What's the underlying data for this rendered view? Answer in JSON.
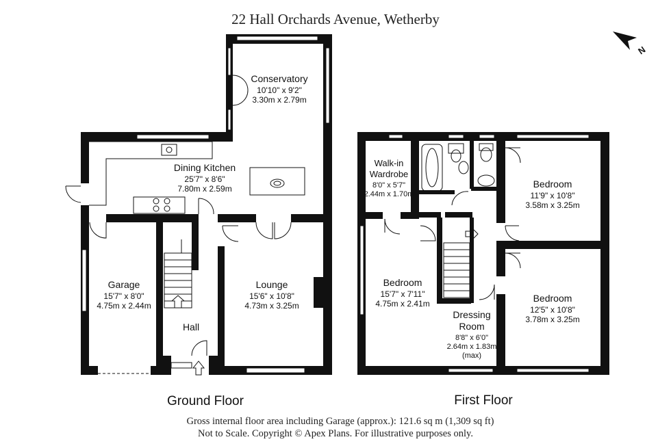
{
  "title": "22 Hall Orchards Avenue, Wetherby",
  "compass_letter": "N",
  "ground_floor": {
    "label": "Ground Floor",
    "rooms": [
      {
        "id": "conservatory",
        "name": "Conservatory",
        "imperial": "10'10\" x 9'2\"",
        "metric": "3.30m x 2.79m"
      },
      {
        "id": "dining-kitchen",
        "name": "Dining Kitchen",
        "imperial": "25'7\" x 8'6\"",
        "metric": "7.80m x 2.59m"
      },
      {
        "id": "garage",
        "name": "Garage",
        "imperial": "15'7\" x 8'0\"",
        "metric": "4.75m x 2.44m"
      },
      {
        "id": "hall",
        "name": "Hall"
      },
      {
        "id": "lounge",
        "name": "Lounge",
        "imperial": "15'6\" x 10'8\"",
        "metric": "4.73m x 3.25m"
      }
    ]
  },
  "first_floor": {
    "label": "First Floor",
    "rooms": [
      {
        "id": "walk-in-wardrobe",
        "name_line1": "Walk-in",
        "name_line2": "Wardrobe",
        "imperial": "8'0\" x 5'7\"",
        "metric": "2.44m x 1.70m"
      },
      {
        "id": "bedroom-1",
        "name": "Bedroom",
        "imperial": "11'9\" x 10'8\"",
        "metric": "3.58m x 3.25m"
      },
      {
        "id": "bedroom-2",
        "name": "Bedroom",
        "imperial": "15'7\" x 7'11\"",
        "metric": "4.75m x 2.41m"
      },
      {
        "id": "bedroom-3",
        "name": "Bedroom",
        "imperial": "12'5\" x 10'8\"",
        "metric": "3.78m x 3.25m"
      },
      {
        "id": "dressing-room",
        "name_line1": "Dressing",
        "name_line2": "Room",
        "imperial": "8'8\" x 6'0\"",
        "metric": "2.64m x 1.83m",
        "note": "(max)"
      }
    ]
  },
  "footer": {
    "line1": "Gross internal floor area including Garage (approx.): 121.6 sq m (1,309 sq ft)",
    "line2": "Not to Scale. Copyright © Apex Plans. For illustrative purposes only."
  }
}
